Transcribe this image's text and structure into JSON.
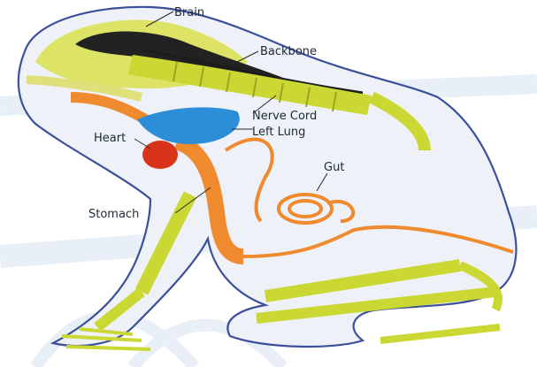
{
  "labels": {
    "brain": "Brain",
    "backbone": "Backbone",
    "nerve_cord": "Nerve Cord",
    "left_lung": "Left Lung",
    "heart": "Heart",
    "gut": "Gut",
    "stomach": "Stomach"
  },
  "colors": {
    "outline": "#3c4f9a",
    "skeleton": "#cbd833",
    "body_fill": "#eef1f8",
    "watermark": "#cfdbe9",
    "lung": "#2d8ed8",
    "heart": "#d8341a",
    "gut": "#ef8a2e",
    "brain": "#222222"
  }
}
